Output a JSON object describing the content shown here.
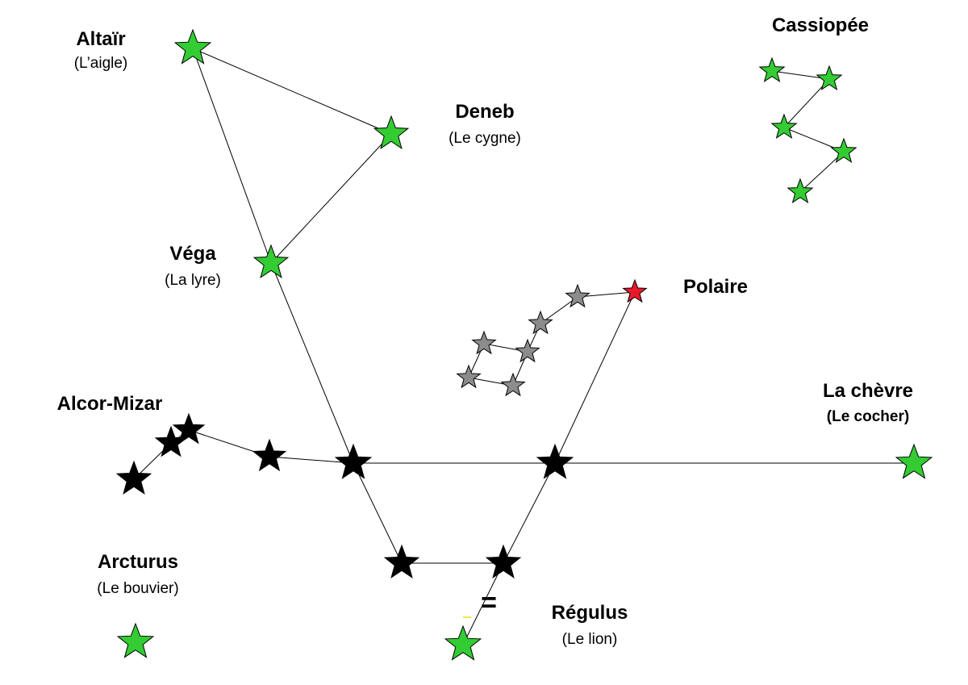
{
  "colors": {
    "bright": "#33cc33",
    "dipper": "#8c8c8c",
    "polaris": "#e8192c",
    "guide": "#000000",
    "line": "#000000"
  },
  "labels": {
    "altair": {
      "name": "Altaïr",
      "sub": "(L’aigle)"
    },
    "deneb": {
      "name": "Deneb",
      "sub": "(Le cygne)"
    },
    "vega": {
      "name": "Véga",
      "sub": "(La lyre)"
    },
    "cassiopee": {
      "name": "Cassiopée"
    },
    "polaire": {
      "name": "Polaire"
    },
    "alcor": {
      "name": "Alcor-Mizar"
    },
    "chevre": {
      "name": "La chèvre",
      "sub": "(Le cocher)"
    },
    "arcturus": {
      "name": "Arcturus",
      "sub": "(Le bouvier)"
    },
    "regulus": {
      "name": "Régulus",
      "sub": "(Le lion)"
    }
  },
  "marks": {
    "equals": "="
  }
}
